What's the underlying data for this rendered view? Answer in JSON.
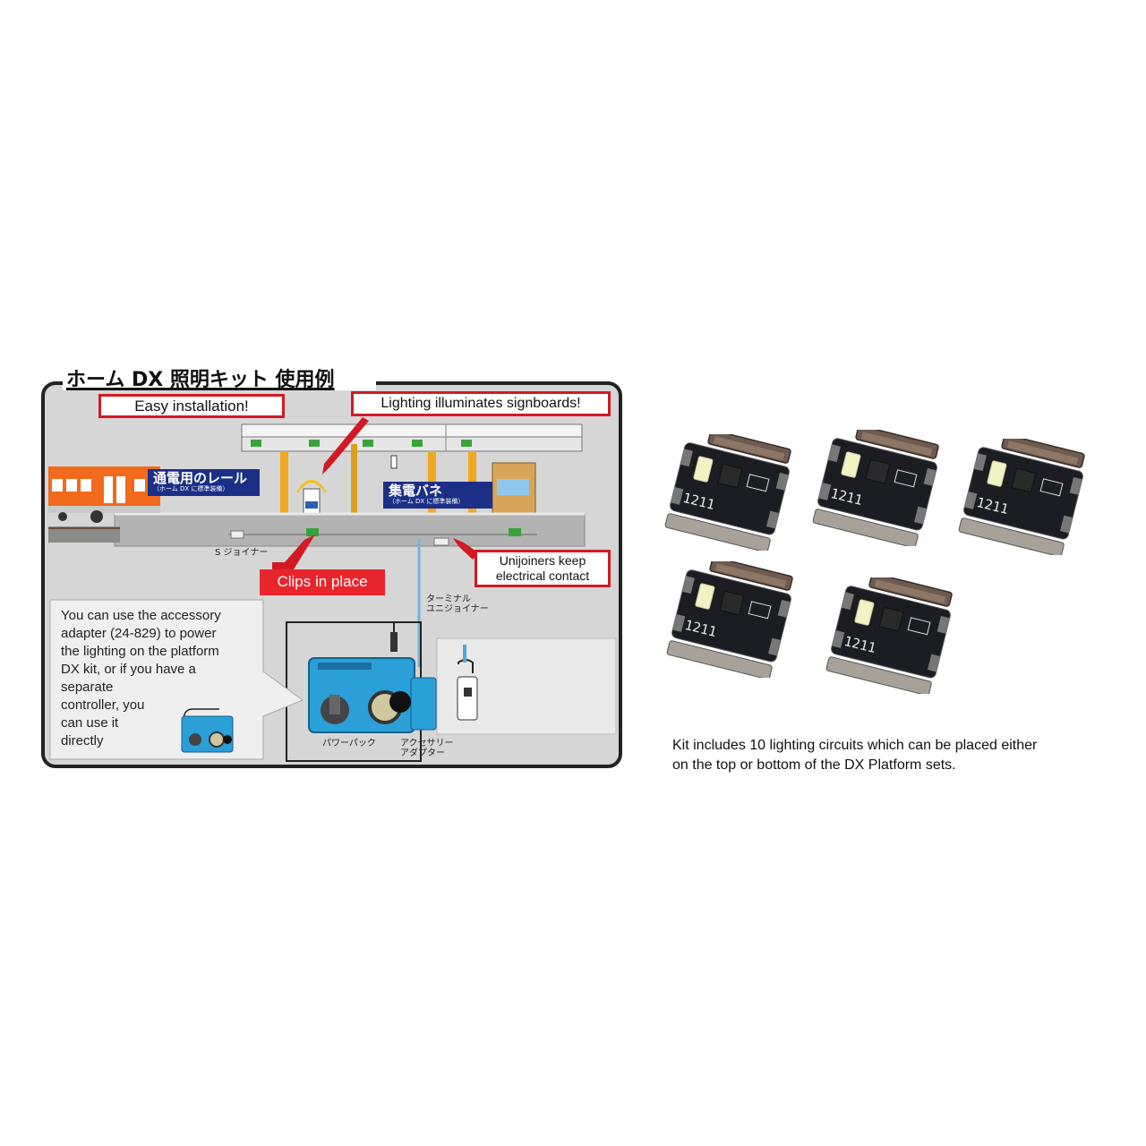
{
  "diagram": {
    "heading": "ホーム DX 照明キット 使用例",
    "callouts": {
      "easy_installation": "Easy installation!",
      "lighting_signboards": "Lighting illuminates signboards!",
      "clips_in_place": "Clips in place",
      "unijoiners": "Unijoiners keep electrical contact"
    },
    "labels": {
      "rail_title": "通電用のレール",
      "rail_sub": "（ホーム DX に標準装備）",
      "spring_title": "集電バネ",
      "spring_sub": "（ホーム DX に標準装備）",
      "s_joiner": "S ジョイナー",
      "terminal_unijoiner_1": "ターミナル",
      "terminal_unijoiner_2": "ユニジョイナー",
      "power_pack": "パワーパック",
      "accessory_adapter_1": "アクセサリー",
      "accessory_adapter_2": "アダプター"
    },
    "note": {
      "lines": [
        "You can use the accessory",
        "adapter (24-829) to power",
        "the lighting on the platform",
        "DX kit, or if you have a",
        "separate",
        "controller, you",
        "can use it",
        "directly"
      ]
    }
  },
  "product": {
    "circuit_label": "1211",
    "circuit_count_shown": 5,
    "caption_lines": [
      "Kit includes 10 lighting circuits which can be placed either",
      "on the top or bottom of the DX Platform sets."
    ]
  },
  "colors": {
    "callout_border": "#d11a24",
    "navy": "#1c2f86",
    "panel_bg": "#d6d6d6",
    "train_orange": "#f26a1b",
    "controller_blue": "#2a9fd8"
  }
}
